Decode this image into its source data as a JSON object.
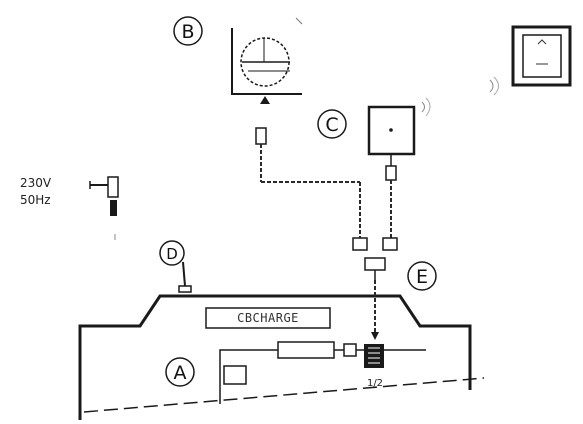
{
  "labels": {
    "a": "A",
    "b": "B",
    "c": "C",
    "d": "D",
    "e": "E"
  },
  "power_spec": {
    "voltage": "230V",
    "frequency": "50Hz"
  },
  "panel_text": "CBCHARGE",
  "pin_mark": "1/2",
  "colors": {
    "line": "#1a1a1a",
    "dashed": "#2a2a2a",
    "background": "#ffffff"
  }
}
